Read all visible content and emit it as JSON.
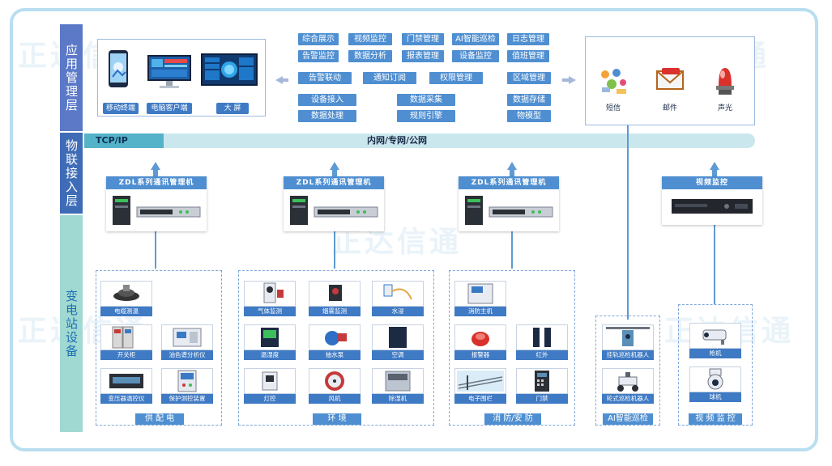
{
  "layers": {
    "app": "应用管理层",
    "iot": "物联接入层",
    "substation": "变电站设备"
  },
  "watermark": "正达信通",
  "terminals": [
    {
      "label": "移动终端",
      "icon": "mobile-phone-icon"
    },
    {
      "label": "电脑客户端",
      "icon": "desktop-computer-icon"
    },
    {
      "label": "大 屏",
      "icon": "large-screen-icon"
    }
  ],
  "modules": {
    "row1": [
      "综合展示",
      "视频监控",
      "门禁管理",
      "AI智能巡检",
      "日志管理"
    ],
    "row2": [
      "告警监控",
      "数据分析",
      "报表管理",
      "设备监控",
      "值班管理"
    ],
    "row3": [
      "告警联动",
      "通知订阅",
      "权限管理",
      "区域管理"
    ],
    "row4": [
      "设备接入",
      "数据采集",
      "数据存储"
    ],
    "row5": [
      "数据处理",
      "规则引擎",
      "物模型"
    ]
  },
  "notifications": [
    {
      "label": "短信",
      "icon": "sms-icon"
    },
    {
      "label": "邮件",
      "icon": "email-icon"
    },
    {
      "label": "声光",
      "icon": "siren-icon"
    }
  ],
  "network": {
    "protocol": "TCP/IP",
    "label": "内网/专网/公网"
  },
  "managers": [
    {
      "title": "ZDL系列通讯管理机"
    },
    {
      "title": "ZDL系列通讯管理机"
    },
    {
      "title": "ZDL系列通讯管理机"
    },
    {
      "title": "视频监控"
    }
  ],
  "groups": [
    {
      "label": "供 配 电",
      "devices": [
        "电缆测温",
        "开关柜",
        "油色谱分析仪",
        "变压器温控仪",
        "保护测控装置"
      ]
    },
    {
      "label": "环 境",
      "devices": [
        "气体监测",
        "烟雾监测",
        "水浸",
        "温湿度",
        "抽水泵",
        "空调",
        "灯控",
        "风机",
        "除湿机"
      ]
    },
    {
      "label": "消 防/安 防",
      "devices": [
        "消防主机",
        "报警器",
        "红外",
        "电子围栏",
        "门禁"
      ]
    },
    {
      "label": "AI智能巡检",
      "devices": [
        "挂轨巡检机器人",
        "轮式巡检机器人"
      ]
    },
    {
      "label": "视 频 监 控",
      "devices": [
        "枪机",
        "球机"
      ]
    }
  ],
  "colors": {
    "accent": "#4f8fd1",
    "layer_app": "#5b79c7",
    "layer_iot": "#3f6cb6",
    "layer_substation": "#9fd9d2",
    "network_bar": "#cbe7ee"
  }
}
